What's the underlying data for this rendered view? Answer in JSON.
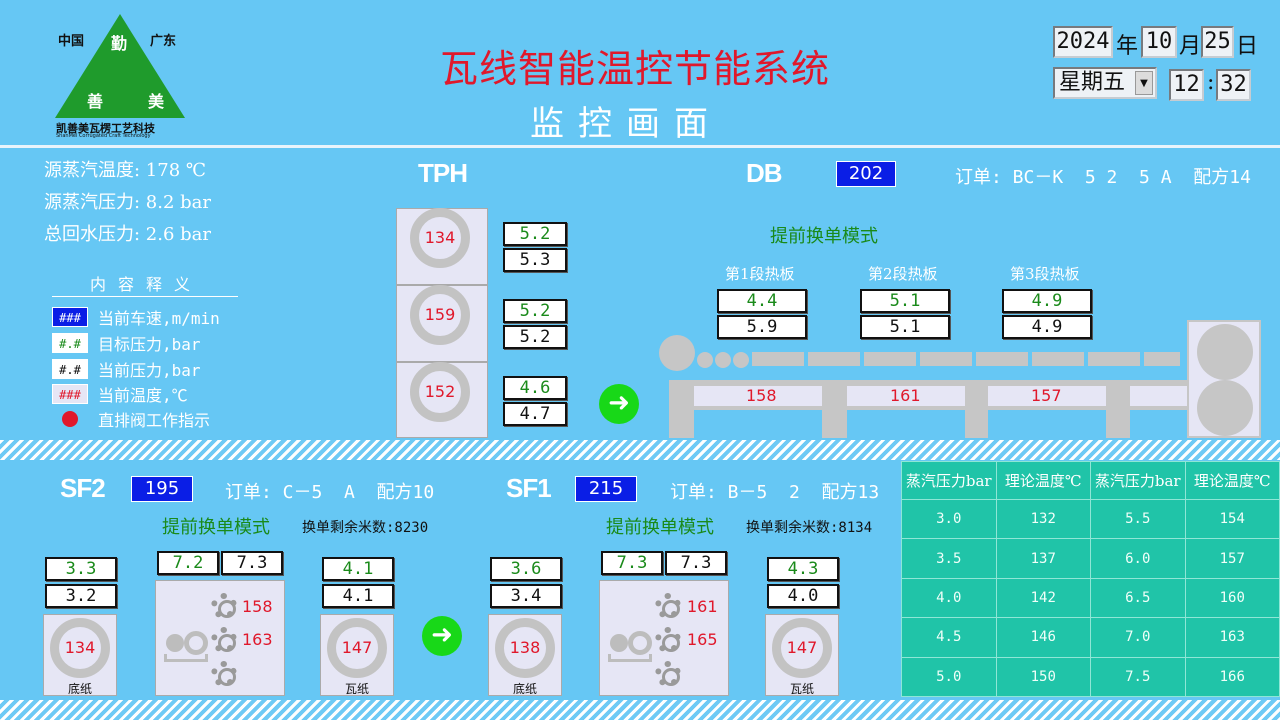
{
  "logo": {
    "left": "中国",
    "right": "广东",
    "top": "勤",
    "mid_left": "善",
    "mid_right": "美",
    "caption": "凯善美瓦楞工艺科技",
    "caption_en": "ShanMei Corrugated Craft Technology"
  },
  "header": {
    "title": "瓦线智能温控节能系统",
    "subtitle": "监控画面"
  },
  "datetime": {
    "year": "2024",
    "month": "10",
    "day": "25",
    "weekday": "星期五",
    "hour": "12",
    "minute": "32",
    "y_unit": "年",
    "m_unit": "月",
    "d_unit": "日"
  },
  "info": {
    "steam_temp": "源蒸汽温度: 178 ℃",
    "steam_pressure": "源蒸汽压力: 8.2 bar",
    "return_pressure": "总回水压力: 2.6 bar"
  },
  "legend": {
    "title": "内容释义",
    "items": [
      {
        "swatch": "###",
        "text": "当前车速,m/min"
      },
      {
        "swatch": "#.#",
        "text": "目标压力,bar"
      },
      {
        "swatch": "#.#",
        "text": "当前压力,bar"
      },
      {
        "swatch": "###",
        "text": "当前温度,℃"
      },
      {
        "swatch": "",
        "text": "直排阀工作指示"
      }
    ],
    "colors": {
      "speed": "#0a1ee6",
      "target": "#1a8a1a",
      "current": "#111111",
      "temp": "#e0182b",
      "valve": "#e0182b"
    }
  },
  "tph": {
    "label": "TPH",
    "rolls": [
      {
        "temp": "134",
        "target": "5.2",
        "current": "5.3"
      },
      {
        "temp": "159",
        "target": "5.2",
        "current": "5.2"
      },
      {
        "temp": "152",
        "target": "4.6",
        "current": "4.7"
      }
    ]
  },
  "db": {
    "label": "DB",
    "speed": "202",
    "order": "订单: BC－K  5 2  5 A  配方14",
    "mode": "提前换单模式",
    "plates": [
      {
        "title": "第1段热板",
        "target": "4.4",
        "current": "5.9",
        "temp": "158"
      },
      {
        "title": "第2段热板",
        "target": "5.1",
        "current": "5.1",
        "temp": "161"
      },
      {
        "title": "第3段热板",
        "target": "4.9",
        "current": "4.9",
        "temp": "157"
      }
    ]
  },
  "sf2": {
    "label": "SF2",
    "speed": "195",
    "order": "订单: C－5  A  配方10",
    "mode": "提前换单模式",
    "remain": "换单剩余米数:8230",
    "left": {
      "target": "3.3",
      "current": "3.2",
      "temp": "134",
      "label": "底纸"
    },
    "mid": {
      "target": "7.2",
      "current": "7.3",
      "temp1": "158",
      "temp2": "163"
    },
    "right": {
      "target": "4.1",
      "current": "4.1",
      "temp": "147",
      "label": "瓦纸"
    }
  },
  "sf1": {
    "label": "SF1",
    "speed": "215",
    "order": "订单: B－5  2  配方13",
    "mode": "提前换单模式",
    "remain": "换单剩余米数:8134",
    "left": {
      "target": "3.6",
      "current": "3.4",
      "temp": "138",
      "label": "底纸"
    },
    "mid": {
      "target": "7.3",
      "current": "7.3",
      "temp1": "161",
      "temp2": "165"
    },
    "right": {
      "target": "4.3",
      "current": "4.0",
      "temp": "147",
      "label": "瓦纸"
    }
  },
  "ref_table": {
    "headers": [
      "蒸汽压力bar",
      "理论温度℃",
      "蒸汽压力bar",
      "理论温度℃"
    ],
    "rows": [
      [
        "3.0",
        "132",
        "5.5",
        "154"
      ],
      [
        "3.5",
        "137",
        "6.0",
        "157"
      ],
      [
        "4.0",
        "142",
        "6.5",
        "160"
      ],
      [
        "4.5",
        "146",
        "7.0",
        "163"
      ],
      [
        "5.0",
        "150",
        "7.5",
        "166"
      ]
    ]
  }
}
